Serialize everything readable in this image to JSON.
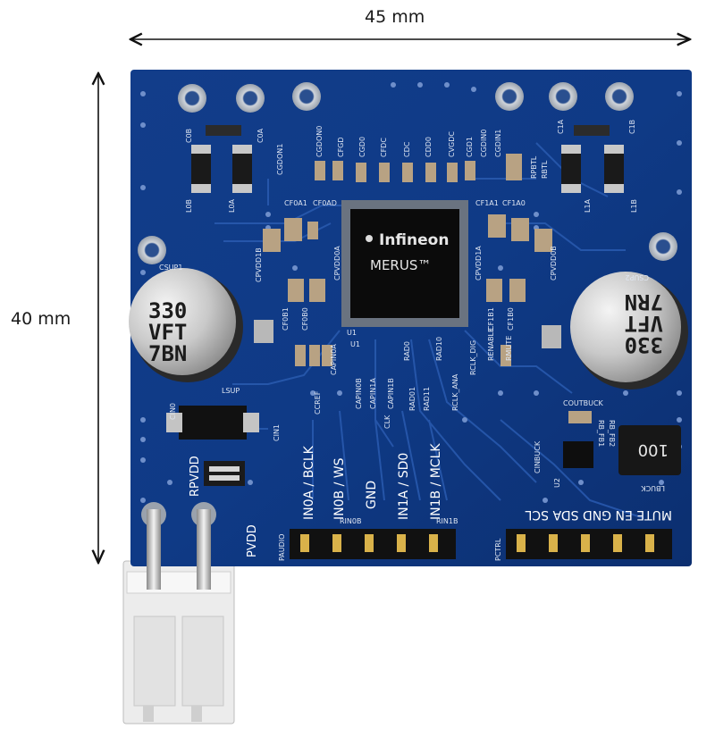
{
  "dimensions": {
    "width_label": "45 mm",
    "height_label": "40 mm"
  },
  "chip": {
    "brand": "Infineon",
    "model": "MERUS™"
  },
  "capacitors": {
    "left": [
      "330",
      "VFT",
      "7BN"
    ],
    "right": [
      "330",
      "VFT",
      "7RN"
    ]
  },
  "inductor_label": "100",
  "header_left_pins": [
    "IN0A / BCLK",
    "IN0B / WS",
    "GND",
    "IN1A / SD0",
    "IN1B / MCLK"
  ],
  "header_right_pins": "MUTE EN GND SDA SCL",
  "power_pins": [
    "RPVDD",
    "PVDD"
  ],
  "silkscreen": {
    "top_caps": [
      "CGDON1",
      "CGDON0",
      "CFGD",
      "CGD0",
      "CFDC",
      "CDC",
      "CDD0",
      "CVGDC",
      "CGD1",
      "CGDIN0",
      "CGDIN1"
    ],
    "side": [
      "CSUP1",
      "CSUP2",
      "LSUP",
      "CPVDD1B",
      "CPVDD0A",
      "CPVDD1A",
      "CPVDD0B",
      "CF0AD",
      "CF0A1",
      "CF1A1",
      "CF1A0",
      "CF0B1",
      "CF0B0",
      "CF1B1",
      "CF1B0"
    ],
    "bottom": [
      "CIN0",
      "CIN1",
      "CCREF",
      "CAPIN0A",
      "CAPIN0B",
      "CAPIN1A",
      "CAPIN1B",
      "CLK",
      "RAD0",
      "RAD01",
      "RAD10",
      "RAD11",
      "RCLK_ANA",
      "RCLK_DIG",
      "RENABLE",
      "RMUTE",
      "COUTBUCK",
      "CINBUCK",
      "LBUCK",
      "U2",
      "U1",
      "RB_FB1",
      "RB_FB2",
      "RIN0B",
      "RIN1B",
      "PAUDIO",
      "PCTRL"
    ],
    "outputs": [
      "C0B",
      "C0A",
      "L0B",
      "L0A",
      "C1A",
      "C1B",
      "L1A",
      "L1B",
      "RPBTL",
      "RBTL"
    ]
  }
}
